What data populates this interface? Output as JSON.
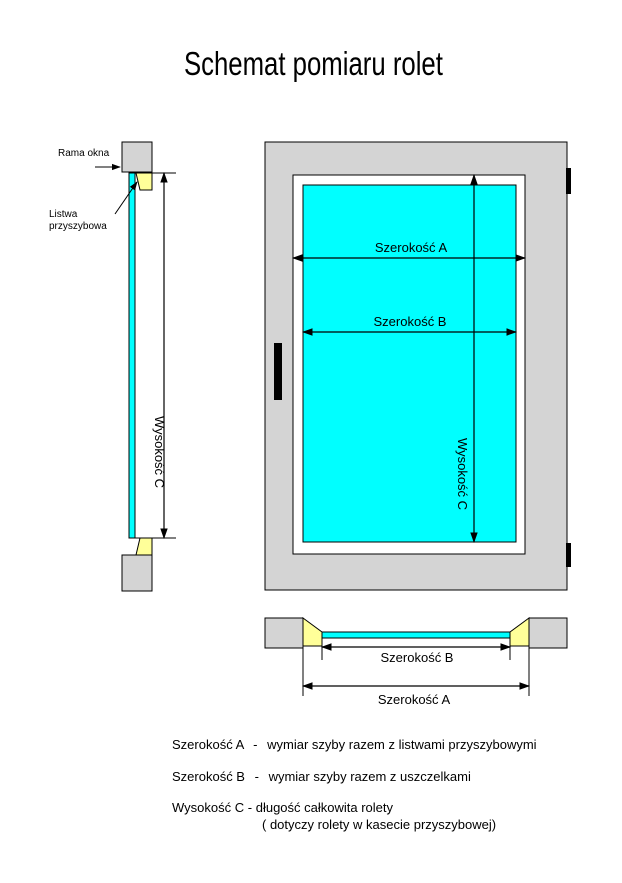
{
  "title": "Schemat pomiaru rolet",
  "labels": {
    "frame": "Rama okna",
    "bead": "Listwa\nprzyszybowa",
    "width_a": "Szerokość A",
    "width_b": "Szerokość B",
    "height_c": "Wysokość C"
  },
  "legend": [
    {
      "term": "Szerokość A",
      "dash": "-",
      "desc": "wymiar szyby razem z listwami przyszybowymi"
    },
    {
      "term": "Szerokość B",
      "dash": "-",
      "desc": "wymiar szyby razem z uszczelkami"
    },
    {
      "term": "Wysokość C",
      "dash": "-",
      "desc": "długość całkowita rolety",
      "note": "( dotyczy rolety w kasecie przyszybowej)"
    }
  ],
  "colors": {
    "glass": "#00ffff",
    "frame": "#d4d4d4",
    "bead": "#ffff99",
    "line": "#000000"
  }
}
